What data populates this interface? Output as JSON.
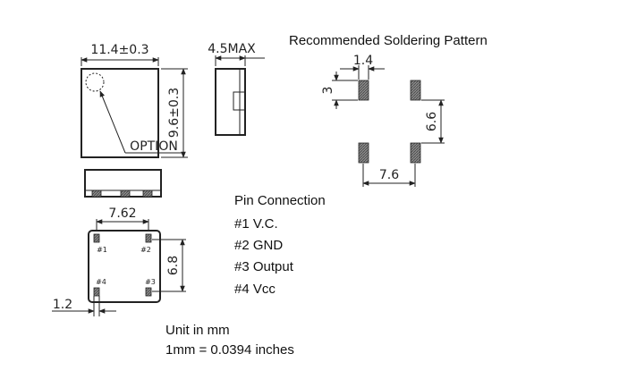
{
  "colors": {
    "ink": "#222222",
    "pad": "#6e6e6e",
    "background": "#ffffff"
  },
  "top_view": {
    "width_label": "11.4±0.3",
    "height_label": "9.6±0.3",
    "option_label": "OPTION"
  },
  "side_view": {
    "max_label": "4.5MAX"
  },
  "bottom_view": {
    "pin_spacing_x": "7.62",
    "pin_spacing_y": "6.8",
    "pad_width": "1.2",
    "pins": [
      "#1",
      "#2",
      "#3",
      "#4"
    ]
  },
  "soldering_pattern": {
    "title": "Recommended Soldering Pattern",
    "pad_width": "1.4",
    "pad_height": "3",
    "spacing_y": "6.6",
    "spacing_x": "7.6"
  },
  "pin_connection": {
    "title": "Pin Connection",
    "items": [
      "#1 V.C.",
      "#2 GND",
      "#3 Output",
      "#4 Vcc"
    ]
  },
  "units": {
    "line1": "Unit in mm",
    "line2": "1mm = 0.0394 inches"
  }
}
